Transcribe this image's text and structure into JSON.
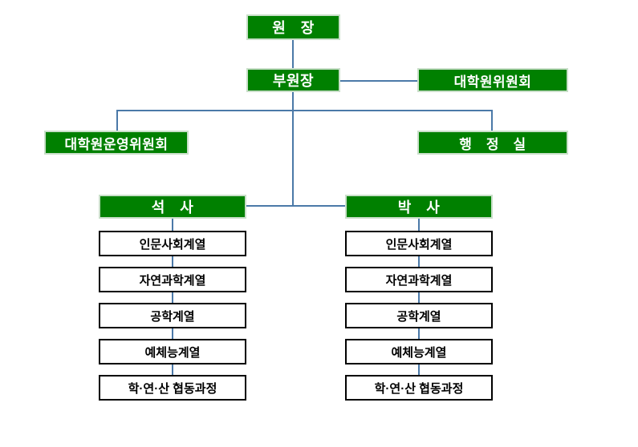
{
  "colors": {
    "node_fill": "#008000",
    "node_border": "#c9dfc9",
    "node_text": "#ffffff",
    "connector_line": "#4b79a8",
    "track_fill": "#ffffff",
    "track_border": "#000000",
    "track_text": "#000000"
  },
  "org_chart": {
    "director": "원　장",
    "vice_director": "부원장",
    "graduate_committee": "대학원위원회",
    "operating_committee": "대학원운영위원회",
    "admin_office": "행　정　실",
    "masters": "석　사",
    "doctoral": "박　사",
    "masters_tracks": [
      "인문사회계열",
      "자연과학계열",
      "공학계열",
      "예체능계열",
      "학·연·산 협동과정"
    ],
    "doctoral_tracks": [
      "인문사회계열",
      "자연과학계열",
      "공학계열",
      "예체능계열",
      "학·연·산 협동과정"
    ]
  }
}
